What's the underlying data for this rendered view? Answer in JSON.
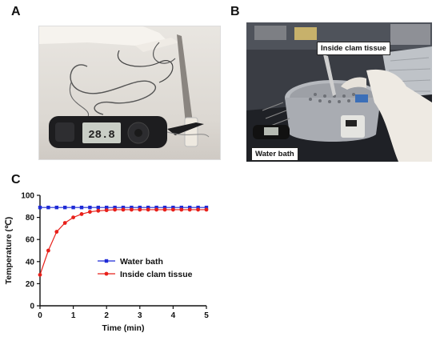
{
  "panels": {
    "a": "A",
    "b": "B",
    "c": "C"
  },
  "photo_b": {
    "callout_clam": "Inside clam tissue",
    "callout_water": "Water bath"
  },
  "thermometer_display": "28.8",
  "chart_data": {
    "type": "line",
    "xlabel": "Time (min)",
    "ylabel": "Temperature (℃)",
    "xlim": [
      0,
      5
    ],
    "ylim": [
      0,
      100
    ],
    "x_ticks": [
      0,
      1,
      2,
      3,
      4,
      5
    ],
    "y_ticks": [
      0,
      20,
      40,
      60,
      80,
      100
    ],
    "grid": false,
    "legend_position": "center-right",
    "series": [
      {
        "name": "Water bath",
        "color": "#1f2bd6",
        "marker": "square",
        "x": [
          0,
          0.25,
          0.5,
          0.75,
          1,
          1.25,
          1.5,
          1.75,
          2,
          2.25,
          2.5,
          2.75,
          3,
          3.25,
          3.5,
          3.75,
          4,
          4.25,
          4.5,
          4.75,
          5
        ],
        "y": [
          89,
          89,
          89,
          89,
          89,
          89,
          89,
          89,
          89,
          89,
          89,
          89,
          89,
          89,
          89,
          89,
          89,
          89,
          89,
          89,
          89
        ]
      },
      {
        "name": "Inside clam tissue",
        "color": "#e8201a",
        "marker": "circle",
        "x": [
          0,
          0.25,
          0.5,
          0.75,
          1,
          1.25,
          1.5,
          1.75,
          2,
          2.25,
          2.5,
          2.75,
          3,
          3.25,
          3.5,
          3.75,
          4,
          4.25,
          4.5,
          4.75,
          5
        ],
        "y": [
          28,
          50,
          67,
          75,
          80,
          83,
          85,
          86,
          86.5,
          87,
          87,
          87,
          87,
          87,
          87,
          87,
          87,
          87,
          87,
          87,
          87
        ]
      }
    ]
  }
}
